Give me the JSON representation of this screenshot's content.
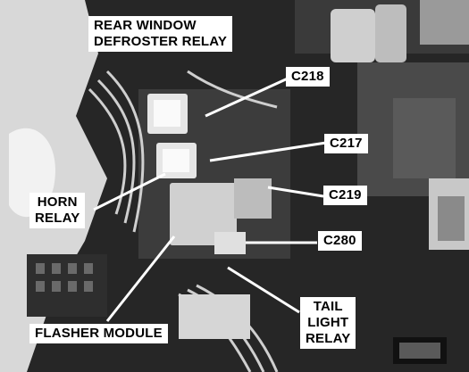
{
  "photo": {
    "subject": "engine-bay fuse and relay panel",
    "colors": {
      "background": "#222222",
      "label_bg": "#ffffff",
      "label_text": "#000000",
      "leader": "#ffffff"
    }
  },
  "callouts": {
    "rear_window_defroster_relay": [
      "REAR WINDOW",
      "DEFROSTER RELAY"
    ],
    "c218": "C218",
    "c217": "C217",
    "c219": "C219",
    "c280": "C280",
    "horn_relay": [
      "HORN",
      "RELAY"
    ],
    "flasher_module": "FLASHER MODULE",
    "tail_light_relay": [
      "TAIL",
      "LIGHT",
      "RELAY"
    ]
  }
}
